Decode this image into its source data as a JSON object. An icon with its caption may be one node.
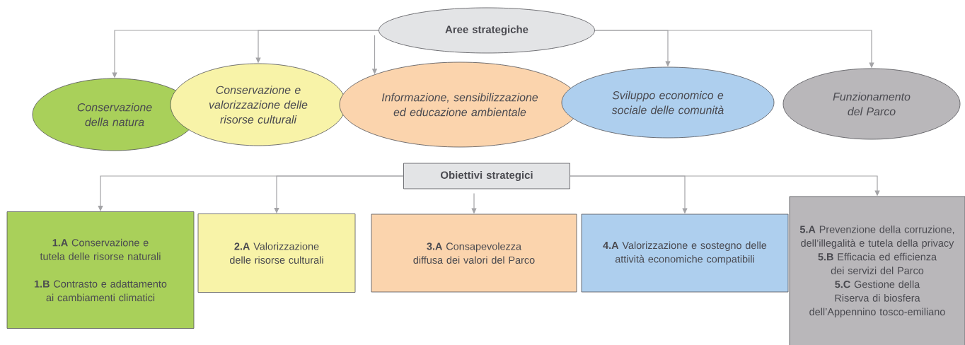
{
  "diagram": {
    "nodes": [
      {
        "text": [
          "Aree strategiche"
        ]
      },
      {
        "text": [
          "Conservazione della natura"
        ]
      },
      {
        "text": [
          "Conservazione e valorizzazione delle risorse culturali"
        ]
      },
      {
        "text": [
          "Informazione, sensibilizzazione ed educazione ambientale"
        ]
      },
      {
        "text": [
          "Sviluppo economico e sociale delle comunità"
        ]
      },
      {
        "text": [
          "Funzionamento del Parco"
        ]
      },
      {
        "text": [
          "Obiettivi strategici"
        ]
      },
      {
        "text": [
          "**1.A** Conservazione e tutela delle risorse naturali",
          "**1.B** Contrasto e adattamento ai cambiamenti climatici"
        ]
      },
      {
        "text": [
          "**2.A** Valorizzazione delle risorse culturali"
        ]
      },
      {
        "text": [
          "**3.A** Consapevolezza diffusa dei valori del Parco"
        ]
      },
      {
        "text": [
          "**4.A** Valorizzazione e sostegno delle attività economiche compatibili"
        ]
      },
      {
        "text": [
          "**5.A** Prevenzione della corruzione, dell’illegalità e tutela della privacy",
          "**5.B** Efficacia ed efficienza dei servizi del Parco",
          "**5.C** Gestione della Riserva di biosfera dell’Appennino tosco-emiliano"
        ]
      }
    ],
    "edges": [
      {
        "from": 0,
        "to": 1,
        "arrow": "to"
      },
      {
        "from": 0,
        "to": 2,
        "arrow": "to"
      },
      {
        "from": 0,
        "to": 3,
        "arrow": "to"
      },
      {
        "from": 0,
        "to": 4,
        "arrow": "to"
      },
      {
        "from": 0,
        "to": 5,
        "arrow": "to"
      },
      {
        "from": 6,
        "to": 7,
        "arrow": "to"
      },
      {
        "from": 6,
        "to": 8,
        "arrow": "to"
      },
      {
        "from": 6,
        "to": 9,
        "arrow": "to"
      },
      {
        "from": 6,
        "to": 10,
        "arrow": "to"
      },
      {
        "from": 6,
        "to": 11,
        "arrow": "to"
      }
    ]
  }
}
